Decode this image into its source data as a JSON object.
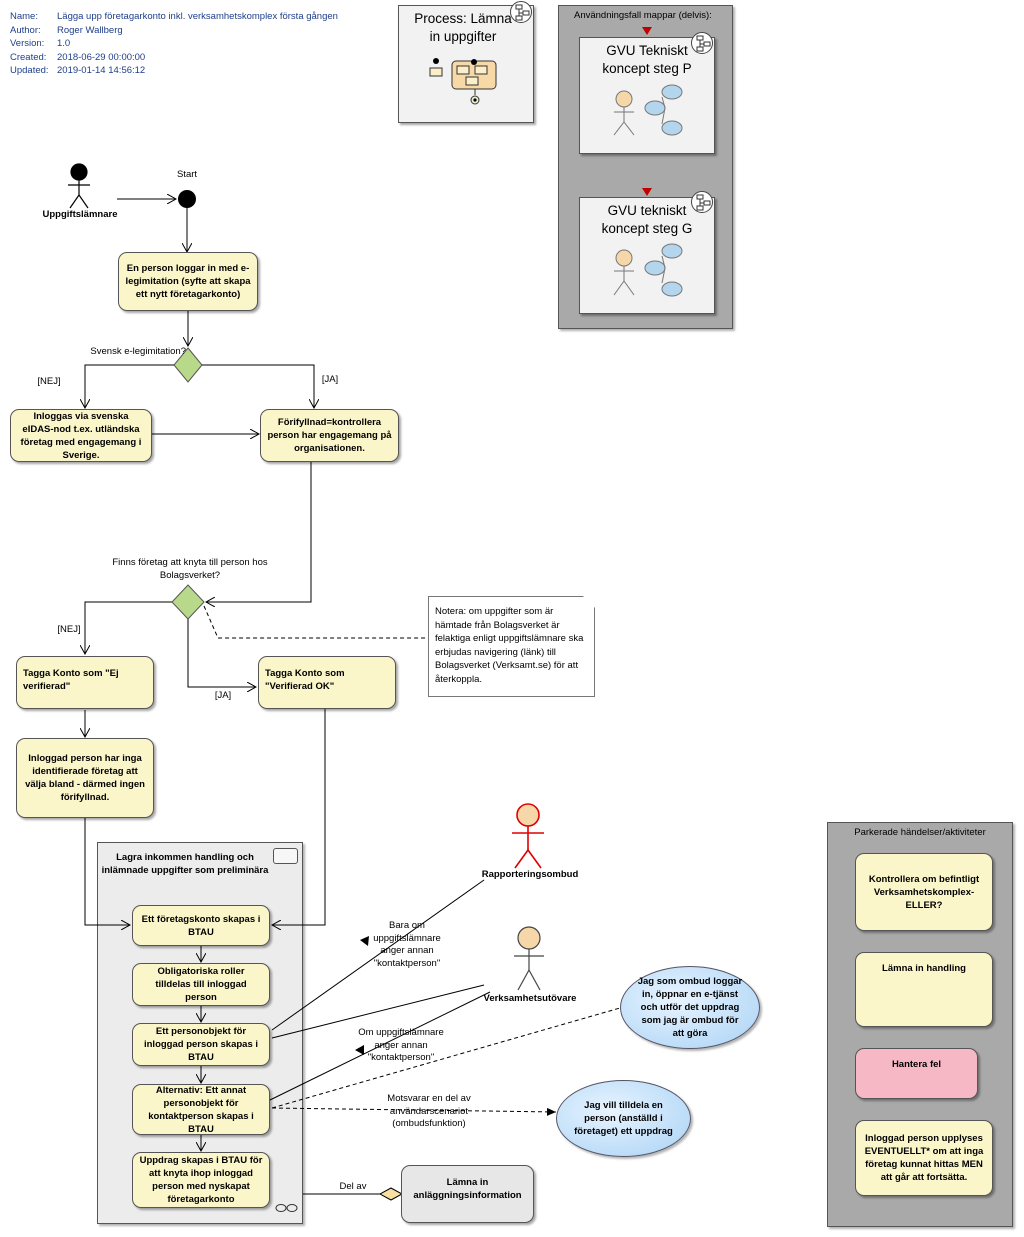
{
  "meta": {
    "name_key": "Name:",
    "name": "Lägga upp företagarkonto inkl. verksamhetskomplex första gången",
    "author_key": "Author:",
    "author": "Roger Wallberg",
    "version_key": "Version:",
    "version": "1.0",
    "created_key": "Created:",
    "created": "2018-06-29 00:00:00",
    "updated_key": "Updated:",
    "updated": "2019-01-14 14:56:12"
  },
  "process_card": {
    "title": "Process: Lämna in uppgifter"
  },
  "usecase_folder": {
    "title": "Användningsfall mappar (delvis):",
    "card1": "GVU Tekniskt koncept steg P",
    "card2": "GVU tekniskt koncept steg G"
  },
  "actors": {
    "uppgiftslamnare": "Uppgiftslämnare",
    "rapporteringsombud": "Rapporteringsombud",
    "verksamhetsutovare": "Verksamhetsutövare"
  },
  "start_label": "Start",
  "activities": {
    "login": "En person loggar in med e-legimitation (syfte att skapa ett nytt företagarkonto)",
    "eidas": "Inloggas via svenska eIDAS-nod t.ex. utländska företag med engagemang i Sverige.",
    "forifyllnad": "Förifyllnad=kontrollera person har engagemang på organisationen.",
    "ej_verifierad": "Tagga Konto som \"Ej verifierad\"",
    "verifierad": "Tagga Konto som \"Verifierad OK\"",
    "inga_foretag": "Inloggad person har inga identifierade företag att välja bland - därmed ingen förifyllnad.",
    "konto_skapas": "Ett företagskonto skapas i BTAU",
    "roller": "Obligatoriska roller tilldelas till inloggad person",
    "personobjekt": "Ett personobjekt för inloggad person skapas i BTAU",
    "alternativ": "Alternativ: Ett annat personobjekt för kontaktperson skapas i BTAU",
    "uppdrag": "Uppdrag skapas i BTAU för att knyta ihop inloggad person med nyskapat företagarkonto",
    "lamna_anlaggning": "Lämna in anläggningsinformation"
  },
  "decisions": {
    "svensk": "Svensk e-legimitation?",
    "finns": "Finns företag att knyta till person hos Bolagsverket?"
  },
  "guards": {
    "nej1": "[NEJ]",
    "ja1": "[JA]",
    "nej2": "[NEJ]",
    "ja2": "[JA]"
  },
  "note": "Notera: om uppgifter som är hämtade från Bolagsverket är felaktiga enligt uppgiftslämnare ska erbjudas navigering (länk) till Bolagsverket (Verksamt.se) för att återkoppla.",
  "group": {
    "title": "Lagra inkommen handling och inlämnade uppgifter som preliminära"
  },
  "edge_labels": {
    "bara_om": "Bara om uppgiftslämnare anger annan \"kontaktperson\"",
    "om_uppgift": "Om uppgiftslämnare anger annan \"kontaktperson\"",
    "motsvarar": "Motsvarar en del av användarscenariot (ombudsfunktion)",
    "del_av": "Del av"
  },
  "ellipses": {
    "ombud": "Jag som ombud loggar in, öppnar en e-tjänst och utför det uppdrag som jag är ombud för att göra",
    "tilldela": "Jag vill tilldela en person (anställd i företaget) ett uppdrag"
  },
  "parked": {
    "title": "Parkerade händelser/aktiviteter",
    "item1": "Kontrollera om befintligt Verksamhetskomplex- ELLER?",
    "item2": "Lämna in handling",
    "item3": "Hantera fel",
    "item4": "Inloggad person upplyses EVENTUELLT* om att inga företag kunnat hittas MEN att går att fortsätta."
  }
}
